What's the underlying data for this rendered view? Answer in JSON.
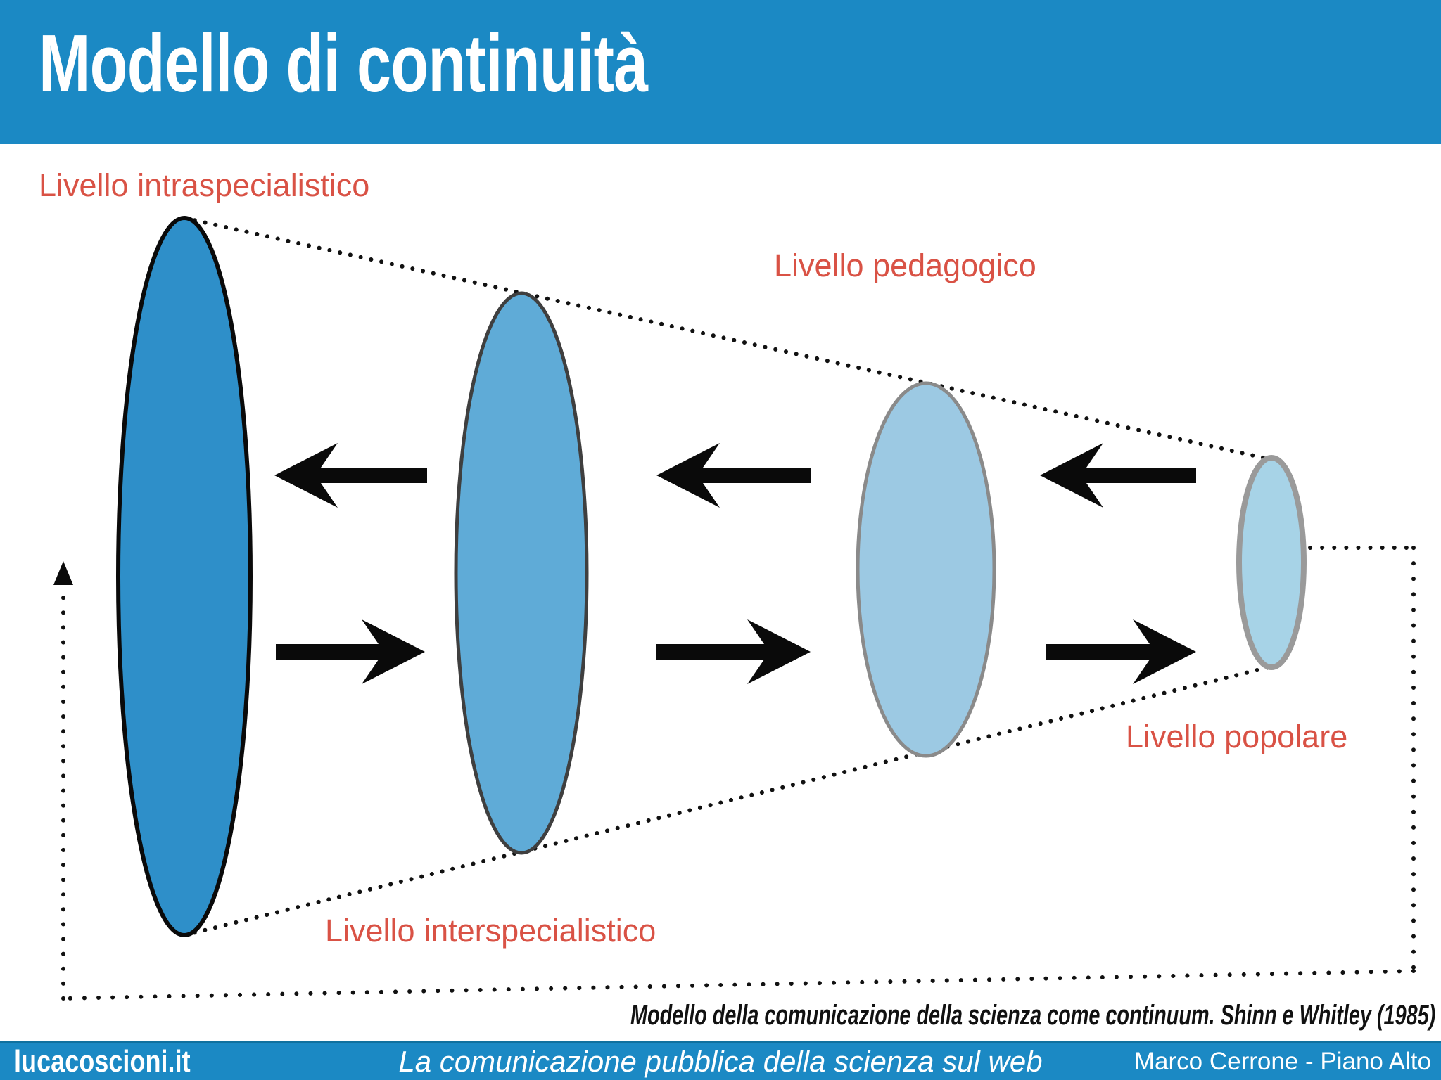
{
  "header": {
    "title": "Modello di continuità",
    "background": "#1b89c4",
    "text_color": "#ffffff"
  },
  "labels": {
    "color": "#d95245",
    "intraspecialistico": "Livello intraspecialistico",
    "pedagogico": "Livello pedagogico",
    "popolare": "Livello popolare",
    "interspecialistico": "Livello interspecialistico"
  },
  "diagram": {
    "description": "Four ellipses shrinking left to right, connected by solid black arrows (left-pointing above, right-pointing below), a dotted funnel outline, and a dotted feedback loop returning from the smallest ellipse to the largest",
    "ellipses": [
      {
        "name": "intraspecialistico",
        "fill": "#2e8fc9",
        "stroke": "#0a0a0a"
      },
      {
        "name": "interspecialistico",
        "fill": "#5fabd7",
        "stroke": "#3f3f3f"
      },
      {
        "name": "pedagogico",
        "fill": "#9cc9e3",
        "stroke": "#8a8a8a"
      },
      {
        "name": "popolare",
        "fill": "#a7d3e7",
        "stroke": "#9a9a9a"
      }
    ],
    "arrow_color": "#0a0a0a",
    "dotted_color": "#111111"
  },
  "citation": {
    "text": "Modello della comunicazione della scienza come continuum. Shinn e Whitley (1985)"
  },
  "footer": {
    "background": "#1b89c4",
    "site": "lucacoscioni.it",
    "subtitle": "La comunicazione pubblica della scienza sul web",
    "author": "Marco Cerrone - Piano Alto"
  }
}
